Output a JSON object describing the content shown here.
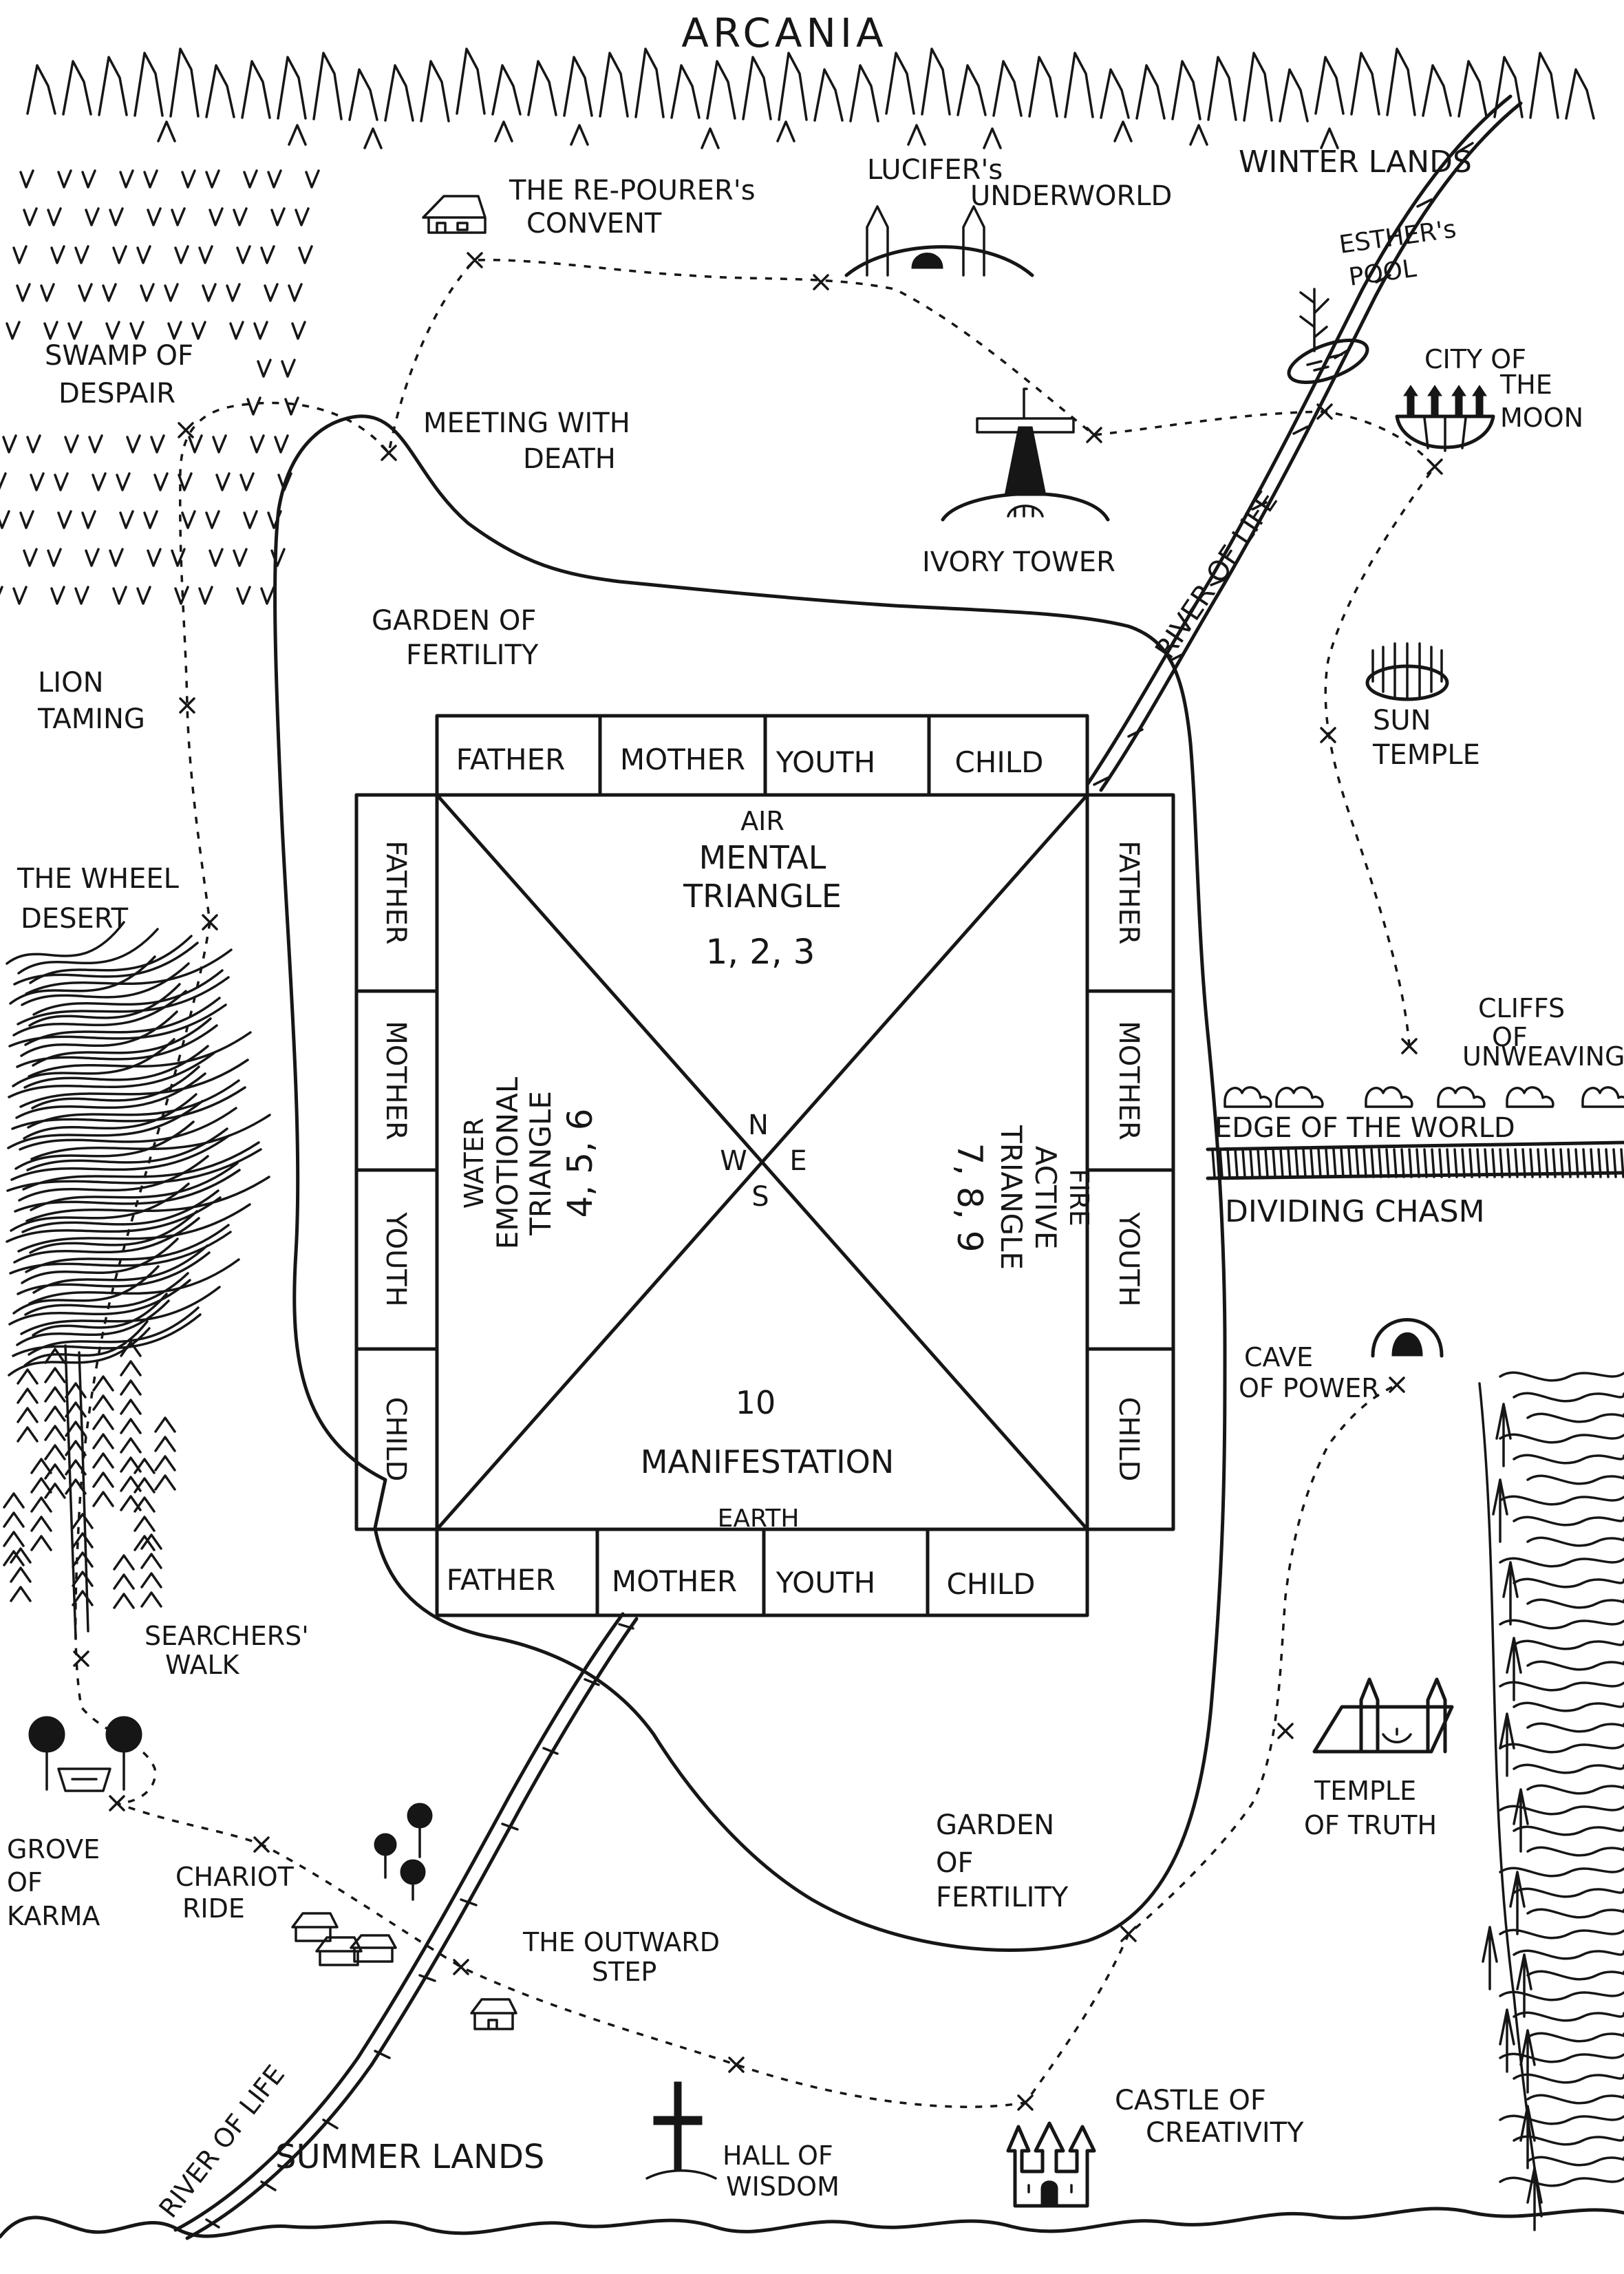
{
  "title": "ARCANIA",
  "regions": {
    "winter_lands": "WINTER LANDS",
    "summer_lands": "SUMMER LANDS"
  },
  "places": {
    "reporers_convent_1": "THE RE-POURER's",
    "reporers_convent_2": "CONVENT",
    "lucifers_underworld_1": "LUCIFER's",
    "lucifers_underworld_2": "UNDERWORLD",
    "esthers_pool_1": "ESTHER's",
    "esthers_pool_2": "POOL",
    "city_of_the_moon_1": "CITY OF",
    "city_of_the_moon_2": "THE",
    "city_of_the_moon_3": "MOON",
    "swamp_of_despair_1": "SWAMP OF",
    "swamp_of_despair_2": "DESPAIR",
    "meeting_with_death_1": "MEETING WITH",
    "meeting_with_death_2": "DEATH",
    "ivory_tower": "IVORY TOWER",
    "river_of_life_north": "RIVER OF LIFE",
    "garden_of_fertility_north_1": "GARDEN OF",
    "garden_of_fertility_north_2": "FERTILITY",
    "lion_taming_1": "LION",
    "lion_taming_2": "TAMING",
    "sun_temple_1": "SUN",
    "sun_temple_2": "TEMPLE",
    "the_wheel_desert_1": "THE WHEEL",
    "the_wheel_desert_2": "DESERT",
    "cliffs_of_unweaving_1": "CLIFFS",
    "cliffs_of_unweaving_2": "OF",
    "cliffs_of_unweaving_3": "UNWEAVING",
    "edge_of_the_world": "EDGE OF THE WORLD",
    "dividing_chasm": "DIVIDING CHASM",
    "cave_of_power_1": "CAVE",
    "cave_of_power_2": "OF POWER",
    "searchers_walk_1": "SEARCHERS'",
    "searchers_walk_2": "WALK",
    "temple_of_truth_1": "TEMPLE",
    "temple_of_truth_2": "OF TRUTH",
    "grove_of_karma_1": "GROVE",
    "grove_of_karma_2": "OF",
    "grove_of_karma_3": "KARMA",
    "chariot_ride_1": "CHARIOT",
    "chariot_ride_2": "RIDE",
    "garden_of_fertility_south_1": "GARDEN",
    "garden_of_fertility_south_2": "OF",
    "garden_of_fertility_south_3": "FERTILITY",
    "the_outward_step_1": "THE OUTWARD",
    "the_outward_step_2": "STEP",
    "river_of_life_south": "RIVER OF LIFE",
    "hall_of_wisdom_1": "HALL OF",
    "hall_of_wisdom_2": "WISDOM",
    "castle_of_creativity_1": "CASTLE OF",
    "castle_of_creativity_2": "CREATIVITY"
  },
  "square": {
    "top_cells": [
      "FATHER",
      "MOTHER",
      "YOUTH",
      "CHILD"
    ],
    "bottom_cells": [
      "FATHER",
      "MOTHER",
      "YOUTH",
      "CHILD"
    ],
    "left_cells": [
      "FATHER",
      "MOTHER",
      "YOUTH",
      "CHILD"
    ],
    "right_cells": [
      "FATHER",
      "MOTHER",
      "YOUTH",
      "CHILD"
    ],
    "north": {
      "element": "AIR",
      "line1": "MENTAL",
      "line2": "TRIANGLE",
      "numbers": "1, 2, 3"
    },
    "west": {
      "element": "WATER",
      "line1": "EMOTIONAL",
      "line2": "TRIANGLE",
      "numbers": "4, 5, 6"
    },
    "east": {
      "element": "FIRE",
      "line1": "ACTIVE",
      "line2": "TRIANGLE",
      "numbers": "7, 8, 9"
    },
    "south": {
      "number": "10",
      "line1": "MANIFESTATION",
      "element": "EARTH"
    },
    "compass": {
      "n": "N",
      "s": "S",
      "e": "E",
      "w": "W"
    }
  }
}
